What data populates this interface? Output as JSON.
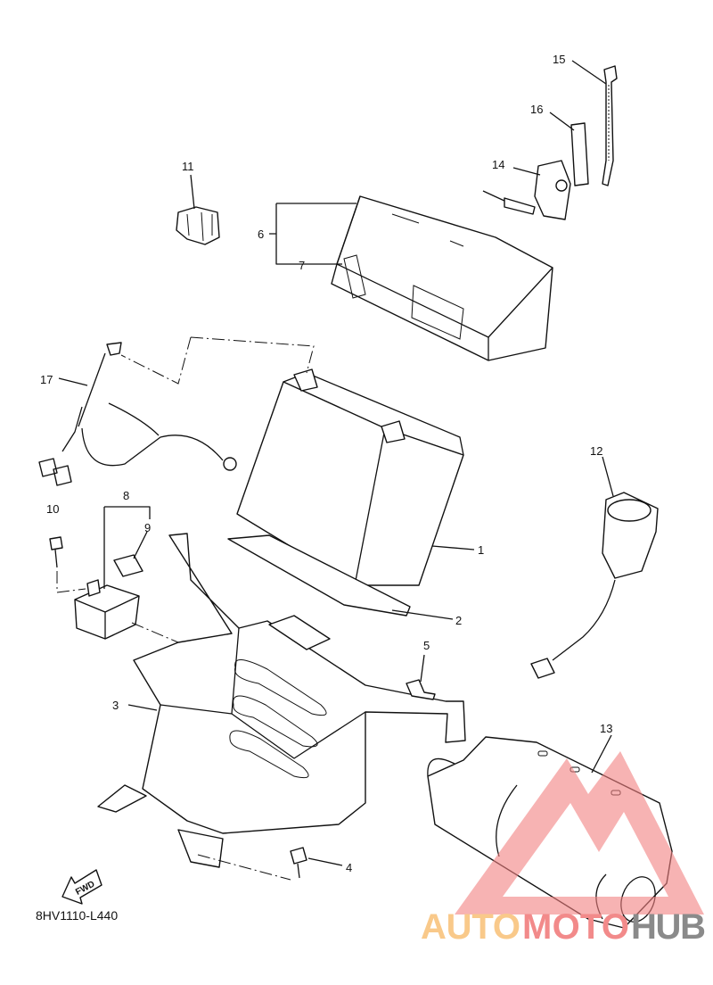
{
  "diagram": {
    "code": "8HV1110-L440",
    "fwd_label": "FWD",
    "callouts": {
      "p1": "1",
      "p2": "2",
      "p3": "3",
      "p4": "4",
      "p5": "5",
      "p6": "6",
      "p7": "7",
      "p8": "8",
      "p9": "9",
      "p10": "10",
      "p11": "11",
      "p12": "12",
      "p13": "13",
      "p14": "14",
      "p15": "15",
      "p16": "16",
      "p17": "17"
    }
  },
  "watermark": {
    "part1": "AUTO",
    "part2": "MOTO",
    "part3": "HUB",
    "colors": {
      "auto": "#f9c98a",
      "moto": "#f28a8a",
      "hub": "#8a8a8a",
      "triangle": "#f28080"
    }
  }
}
